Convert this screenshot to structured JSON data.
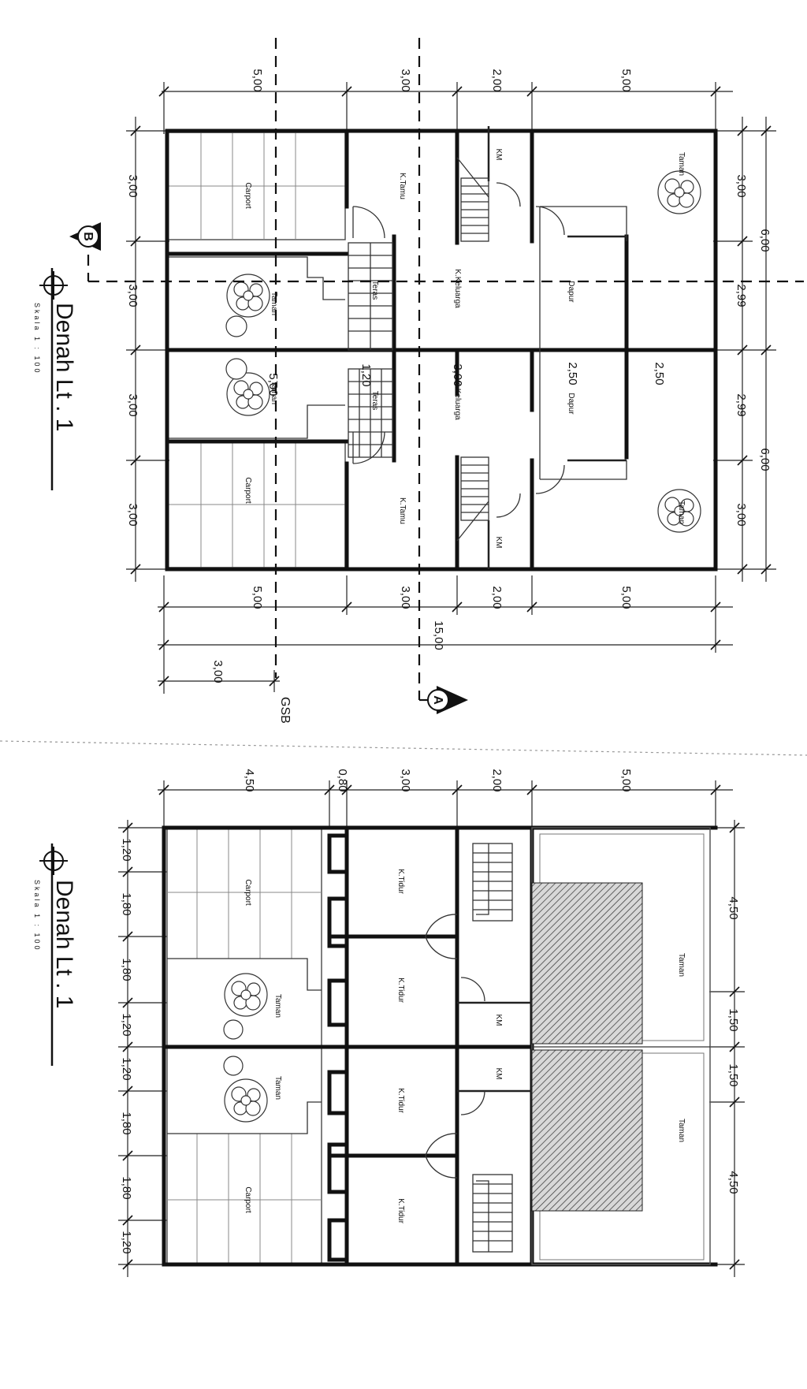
{
  "plans": [
    {
      "title": "Denah Lt . 1",
      "scale": "Skala  1 : 100",
      "dims_top": [
        "5,00",
        "3,00",
        "2,00",
        "5,00"
      ],
      "dims_bottom": [
        "5,00",
        "3,00",
        "2,00",
        "5,00"
      ],
      "dim_total": "15,00",
      "dim_gsb": "3,00",
      "dims_left": [
        "3,00",
        "3,00",
        "3,00",
        "3,00"
      ],
      "dims_right": [
        "3,00",
        "2,99",
        "2,99",
        "3,00"
      ],
      "dims_right_outer": [
        "6,00",
        "6,00"
      ],
      "inner_dims": [
        "5,00",
        "1,20",
        "3,00",
        "2,50",
        "2,50"
      ],
      "gsb_label": "GSB",
      "section_a": "A",
      "section_b": "B",
      "rooms": {
        "carport": "Carport",
        "taman": "Taman",
        "teras": "Teras",
        "k_tamu": "K.Tamu",
        "k_keluarga": "K.Keluarga",
        "km": "KM",
        "dapur": "Dapur"
      }
    },
    {
      "title": "Denah Lt . 1",
      "scale": "Skala  1 : 100",
      "dims_top": [
        "4,50",
        "0,80",
        "3,00",
        "2,00",
        "5,00"
      ],
      "dims_left": [
        "1,20",
        "1,80",
        "1,80",
        "1,20",
        "1,20",
        "1,80",
        "1,80",
        "1,20"
      ],
      "dims_right": [
        "4,50",
        "1,50",
        "1,50",
        "4,50"
      ],
      "rooms": {
        "carport": "Carport",
        "taman": "Taman",
        "k_tidur": "K.Tidur",
        "km": "KM"
      }
    }
  ]
}
